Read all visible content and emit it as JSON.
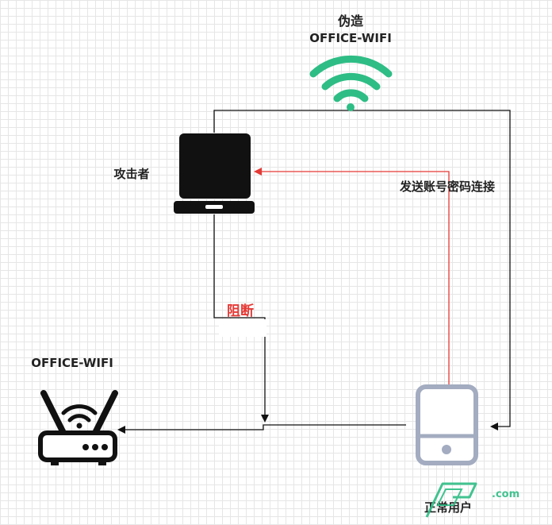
{
  "labels": {
    "fake_wifi_line1": "伪造",
    "fake_wifi_line2": "OFFICE-WIFI",
    "attacker": "攻击者",
    "send_credentials": "发送账号密码连接",
    "block": "阻断",
    "office_wifi": "OFFICE-WIFI",
    "normal_user": "正常用户"
  },
  "watermark": {
    "suffix": ".com"
  },
  "colors": {
    "line": "#111111",
    "attack_arrow": "#e53935",
    "block_text": "#e53935",
    "wifi_icon": "#2ebd85",
    "phone_icon": "#a3acc0",
    "text": "#222222"
  },
  "icons": {
    "fake_wifi": "wifi-icon",
    "attacker": "laptop-icon",
    "router": "router-icon",
    "user": "phone-icon"
  }
}
